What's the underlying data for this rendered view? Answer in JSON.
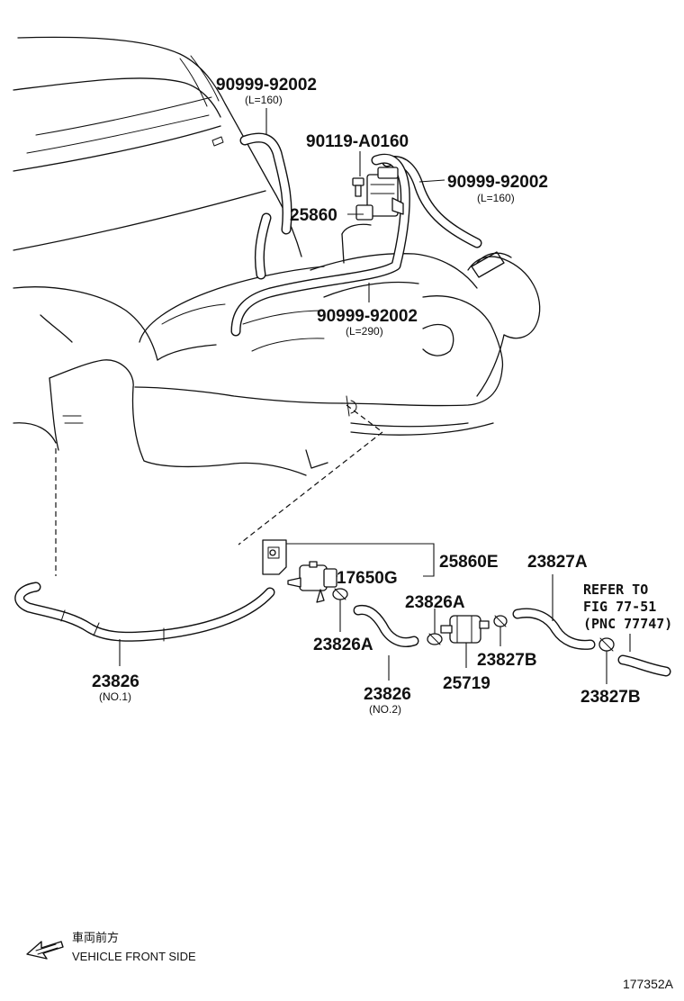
{
  "labels": {
    "hose_vac_1": {
      "pn": "90999-92002",
      "length": "(L=160)"
    },
    "bolt": {
      "pn": "90119-A0160"
    },
    "hose_vac_2": {
      "pn": "90999-92002",
      "length": "(L=160)"
    },
    "vsv": {
      "pn": "25860"
    },
    "hose_vac_3": {
      "pn": "90999-92002",
      "length": "(L=290)"
    },
    "bracket": {
      "pn": "25860E"
    },
    "valve": {
      "pn": "17650G"
    },
    "hose_no1": {
      "pn": "23826",
      "sub": "(NO.1)"
    },
    "clamp_left": {
      "pn": "23826A"
    },
    "clamp_mid": {
      "pn": "23826A"
    },
    "hose_no2": {
      "pn": "23826",
      "sub": "(NO.2)"
    },
    "filter": {
      "pn": "25719"
    },
    "clamp_b1": {
      "pn": "23827B"
    },
    "hose_a": {
      "pn": "23827A"
    },
    "clamp_b2": {
      "pn": "23827B"
    },
    "refer": {
      "line1": "REFER TO",
      "line2": "FIG 77-51",
      "line3": "(PNC 77747)"
    }
  },
  "legend": {
    "jp": "車両前方",
    "en": "VEHICLE FRONT SIDE",
    "icon": "arrow-down-left-icon"
  },
  "illustration_code": "177352A"
}
